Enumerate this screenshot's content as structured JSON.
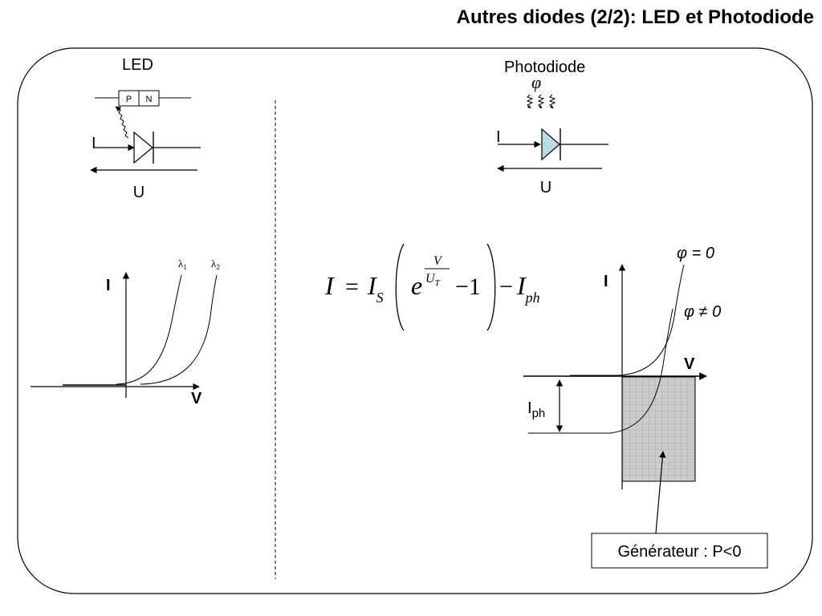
{
  "title": "Autres diodes (2/2): LED et Photodiode",
  "led": {
    "heading": "LED",
    "pn_p": "P",
    "pn_n": "N",
    "current_label": "I",
    "voltage_label": "U",
    "graph": {
      "y_label": "I",
      "x_label": "V",
      "curve1": {
        "sym": "λ",
        "sub": "1"
      },
      "curve2": {
        "sym": "λ",
        "sub": "2"
      }
    }
  },
  "photodiode": {
    "heading": "Photodiode",
    "phi_symbol": "φ",
    "current_label": "I",
    "voltage_label": "U",
    "diode_fill": "#b7dde3",
    "graph": {
      "y_label": "I",
      "x_label": "V",
      "curve_dark": "φ = 0",
      "curve_lit": "φ ≠ 0",
      "iph_main": "I",
      "iph_sub": "ph",
      "generator_label": "Générateur : P<0",
      "region_fill": "#cccccc"
    }
  },
  "equation": {
    "lhs": "I",
    "eq": "=",
    "is_main": "I",
    "is_sub": "S",
    "e": "e",
    "exp_num": "V",
    "exp_den_main": "U",
    "exp_den_sub": "T",
    "minus_one": "−1",
    "minus": "−",
    "iph_main": "I",
    "iph_sub": "ph"
  }
}
